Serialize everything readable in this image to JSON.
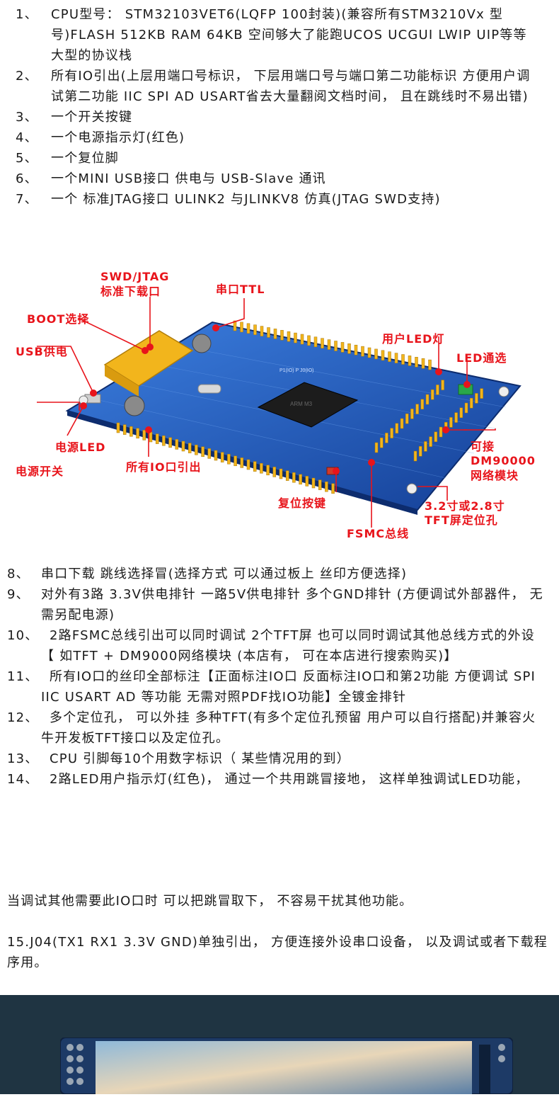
{
  "features_top": [
    {
      "num": "1、",
      "text": "CPU型号： STM32103VET6(LQFP 100封装)(兼容所有STM3210Vx 型号)FLASH 512KB RAM 64KB 空间够大了能跑UCOS UCGUI LWIP UIP等等大型的协议栈"
    },
    {
      "num": "2、",
      "text": "所有IO引出(上层用端口号标识， 下层用端口号与端口第二功能标识 方便用户调试第二功能 IIC SPI AD USART省去大量翻阅文档时间， 且在跳线时不易出错)"
    },
    {
      "num": "3、",
      "text": "一个开关按键"
    },
    {
      "num": "4、",
      "text": "一个电源指示灯(红色)"
    },
    {
      "num": "5、",
      "text": "一个复位脚"
    },
    {
      "num": "6、",
      "text": "一个MINI USB接口 供电与 USB-Slave 通讯"
    },
    {
      "num": "7、",
      "text": "一个 标准JTAG接口 ULINK2 与JLINKV8 仿真(JTAG SWD支持)"
    }
  ],
  "diagram_labels": {
    "swd_jtag": "SWD/JTAG",
    "std_download": "标准下载口",
    "uart_ttl": "串口TTL",
    "boot": "BOOT选择",
    "user_led": "用户LED灯",
    "usb_power": "USB供电",
    "led_select": "LED通选",
    "power_led": "电源LED",
    "dm_line1": "可接",
    "dm_line2": "DM90000",
    "dm_line3": "网络模块",
    "power_switch": "电源开关",
    "all_io": "所有IO口引出",
    "reset_key": "复位按键",
    "hole_line1": "3.2寸或2.8寸",
    "hole_line2": "TFT屏定位孔",
    "fsmc": "FSMC总线",
    "chip_text": "ARM M3",
    "silk_top": "P1(IO)  P J0(IO)"
  },
  "features_bottom": [
    {
      "num": "8、",
      "text": "串口下载 跳线选择冒(选择方式 可以通过板上 丝印方便选择)"
    },
    {
      "num": "9、",
      "text": "对外有3路 3.3V供电排针 一路5V供电排针 多个GND排针 (方便调试外部器件， 无需另配电源)"
    },
    {
      "num": "10、",
      "text": "2路FSMC总线引出可以同时调试 2个TFT屏 也可以同时调试其他总线方式的外设 【  如TFT + DM9000网络模块 (本店有， 可在本店进行搜索购买)】"
    },
    {
      "num": "11、",
      "text": "所有IO口的丝印全部标注【正面标注IO口 反面标注IO口和第2功能 方便调试 SPI IIC USART AD 等功能 无需对照PDF找IO功能】全镀金排针"
    },
    {
      "num": "12、",
      "text": "多个定位孔， 可以外挂 多种TFT(有多个定位孔预留 用户可以自行搭配)并兼容火牛开发板TFT接口以及定位孔。"
    },
    {
      "num": "13、",
      "text": "CPU 引脚每10个用数字标识（ 某些情况用的到）"
    },
    {
      "num": "14、",
      "text": "2路LED用户指示灯(红色)， 通过一个共用跳冒接地， 这样单独调试LED功能，"
    }
  ],
  "note_1": "当调试其他需要此IO口时 可以把跳冒取下， 不容易干扰其他功能。",
  "note_2": "15.J04(TX1 RX1 3.3V GND)单独引出， 方便连接外设串口设备， 以及调试或者下载程序用。",
  "colors": {
    "label_red": "#e8141b",
    "board_blue": "#1e55b8",
    "header_gold": "#f2b51c",
    "dark_bg": "#1f3442"
  }
}
